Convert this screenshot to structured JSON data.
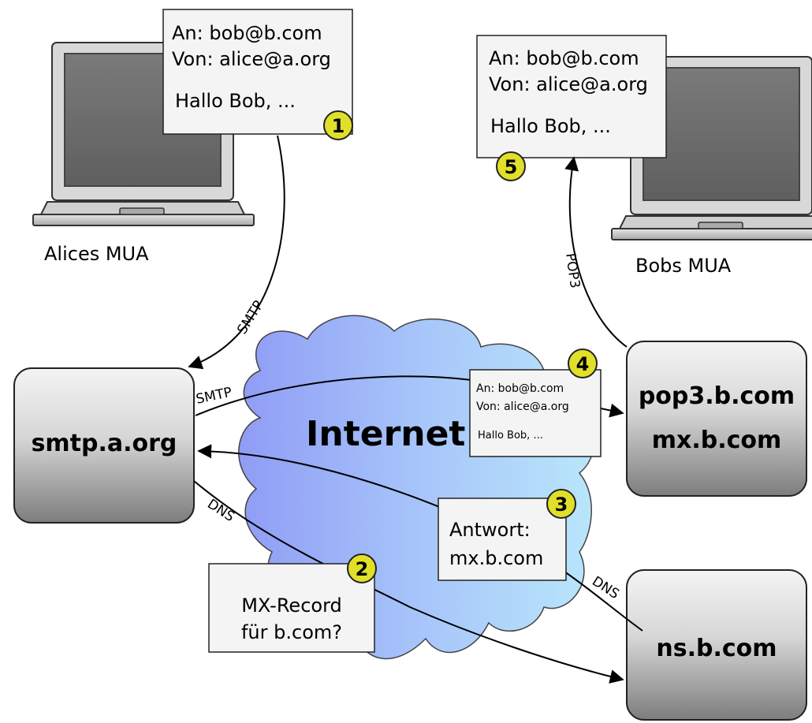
{
  "internet_label": "Internet",
  "alice": {
    "label": "Alices MUA"
  },
  "bob": {
    "label": "Bobs MUA"
  },
  "message": {
    "to": "An: bob@b.com",
    "from": "Von: alice@a.org",
    "body": "Hallo Bob, ..."
  },
  "servers": {
    "smtp_a": "smtp.a.org",
    "pop3_b": "pop3.b.com",
    "mx_b": "mx.b.com",
    "ns_b": "ns.b.com"
  },
  "query": {
    "line1": "MX-Record",
    "line2": "für b.com?"
  },
  "answer": {
    "line1": "Antwort:",
    "line2": "mx.b.com"
  },
  "protocols": {
    "smtp": "SMTP",
    "dns": "DNS",
    "pop3": "POP3"
  },
  "steps": {
    "s1": "1",
    "s2": "2",
    "s3": "3",
    "s4": "4",
    "s5": "5"
  },
  "colors": {
    "step_badge": "#e0e02a",
    "cloud_left": "#8f9cf5",
    "cloud_right": "#b6e2fb",
    "server_top": "#f2f2f2",
    "server_bottom": "#7a7a7a",
    "laptop_screen": "#6f6f6f"
  },
  "icons": [
    "laptop-icon",
    "cloud-icon"
  ]
}
